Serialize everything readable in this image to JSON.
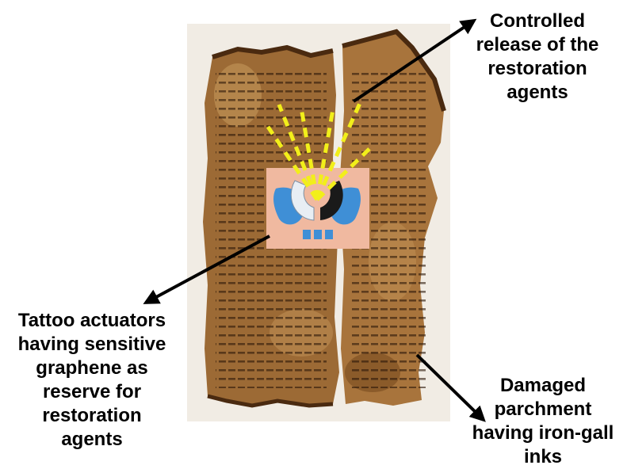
{
  "annotations": {
    "controlled_release": "Controlled\nrelease of the\nrestoration\nagents",
    "tattoo_actuators": "Tattoo actuators\nhaving sensitive\ngraphene as\nreserve for\nrestoration\nagents",
    "damaged_parchment": "Damaged\nparchment\nhaving iron-gall\ninks"
  },
  "colors": {
    "parchment": "#8c5a2a",
    "parchment_light": "#c99a5d",
    "ink": "#2a1608",
    "rays": "#f2ef1a",
    "tattoo_bg": "#f0b9a0",
    "tattoo_blue": "#3f8fd6",
    "arrow": "#000000"
  }
}
